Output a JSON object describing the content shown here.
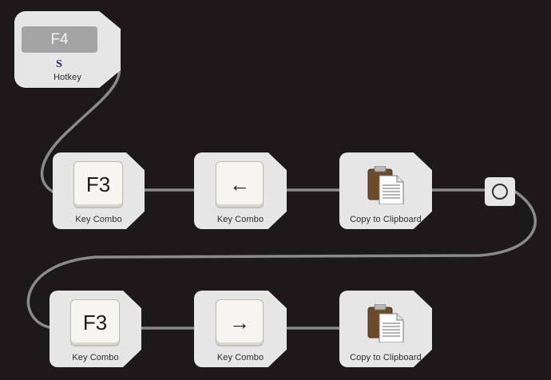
{
  "trigger": {
    "key": "F4",
    "label": "Hotkey",
    "app_icon": "keyboard-maestro-s-icon"
  },
  "row1": [
    {
      "type": "key-combo",
      "key": "F3",
      "label": "Key Combo"
    },
    {
      "type": "key-combo",
      "key": "←",
      "label": "Key Combo"
    },
    {
      "type": "copy-to-clipboard",
      "icon": "clipboard-icon",
      "label": "Copy to Clipboard"
    }
  ],
  "row2": [
    {
      "type": "key-combo",
      "key": "F3",
      "label": "Key Combo"
    },
    {
      "type": "key-combo",
      "key": "→",
      "label": "Key Combo"
    },
    {
      "type": "copy-to-clipboard",
      "icon": "clipboard-icon",
      "label": "Copy to Clipboard"
    }
  ],
  "output_port": {
    "icon": "circle-output-icon"
  },
  "colors": {
    "canvas": "#1d1819",
    "node": "#e6e6e6",
    "wire": "#8a8a8a",
    "hotkey_field": "#a4a4a4"
  }
}
